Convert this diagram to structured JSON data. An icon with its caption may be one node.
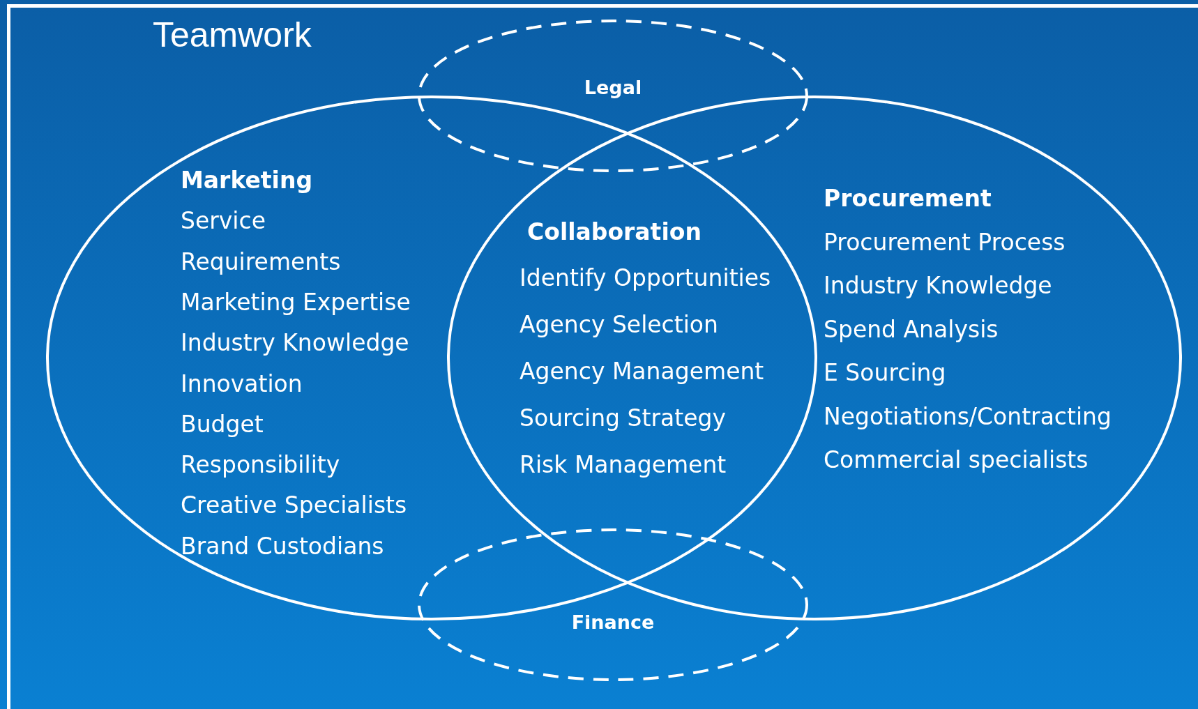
{
  "diagram": {
    "title": "Teamwork",
    "nodes": [
      {
        "text": [
          "Marketing",
          "Service",
          "Requirements",
          "Marketing Expertise",
          "Industry Knowledge",
          "Innovation",
          "Budget",
          "Responsibility",
          "Creative Specialists",
          "Brand Custodians"
        ]
      },
      {
        "text": [
          "Procurement",
          "Procurement Process",
          "Industry Knowledge",
          "Spend Analysis",
          "E Sourcing",
          "Negotiations/Contracting",
          "Commercial specialists"
        ]
      },
      {
        "text": [
          "Legal"
        ]
      },
      {
        "text": [
          "Finance"
        ]
      }
    ],
    "edges": [],
    "labels": [
      "Collaboration",
      "Identify Opportunities",
      "Agency Selection",
      "Agency Management",
      "Sourcing Strategy",
      "Risk Management"
    ]
  }
}
